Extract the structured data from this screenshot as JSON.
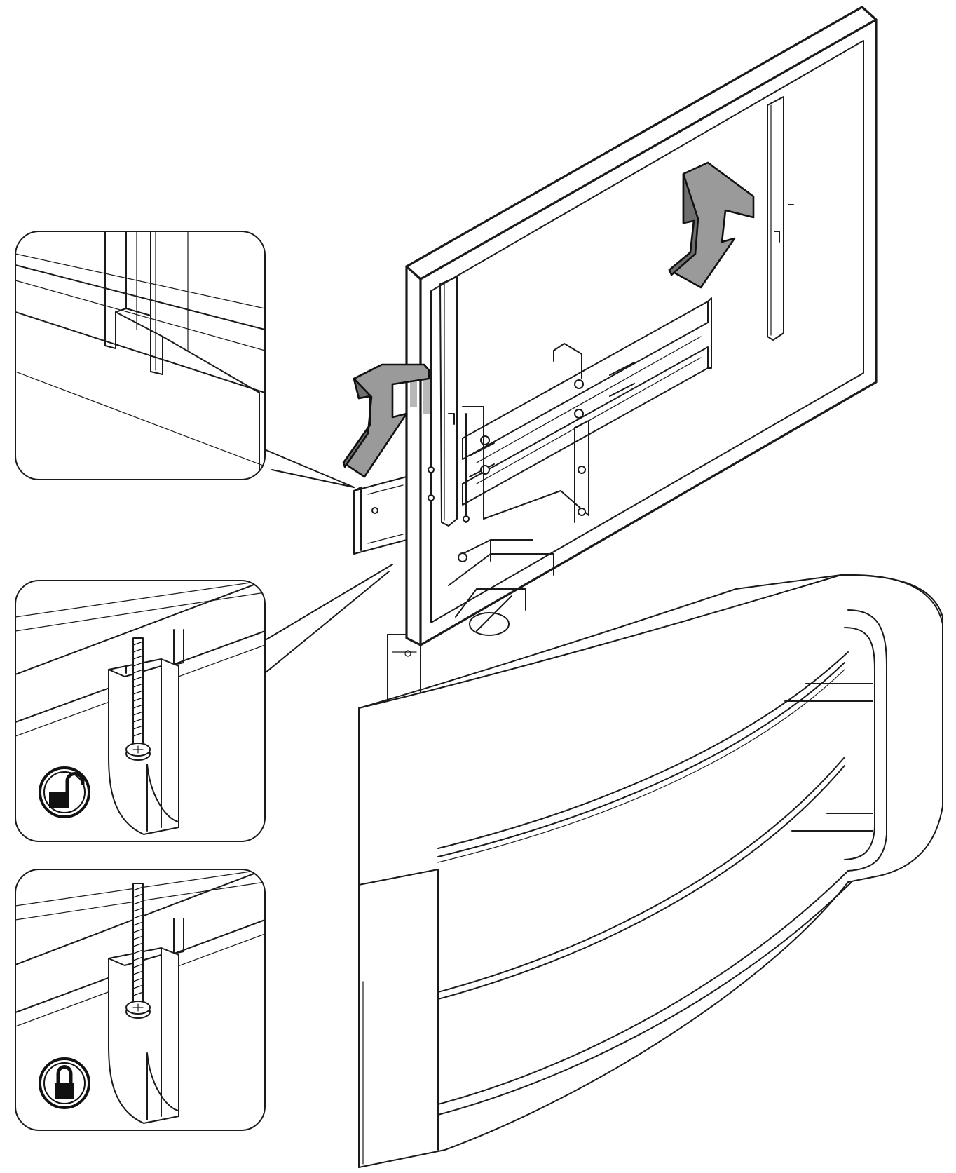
{
  "diagram": {
    "colors": {
      "line": "#1a1a1a",
      "arrow_fill": "#9a9a9a",
      "background": "#ffffff"
    },
    "insets": [
      {
        "name": "hook-detail",
        "icon": "none"
      },
      {
        "name": "screw-unlocked-detail",
        "icon": "unlocked-padlock-icon"
      },
      {
        "name": "screw-locked-detail",
        "icon": "locked-padlock-icon"
      }
    ]
  }
}
